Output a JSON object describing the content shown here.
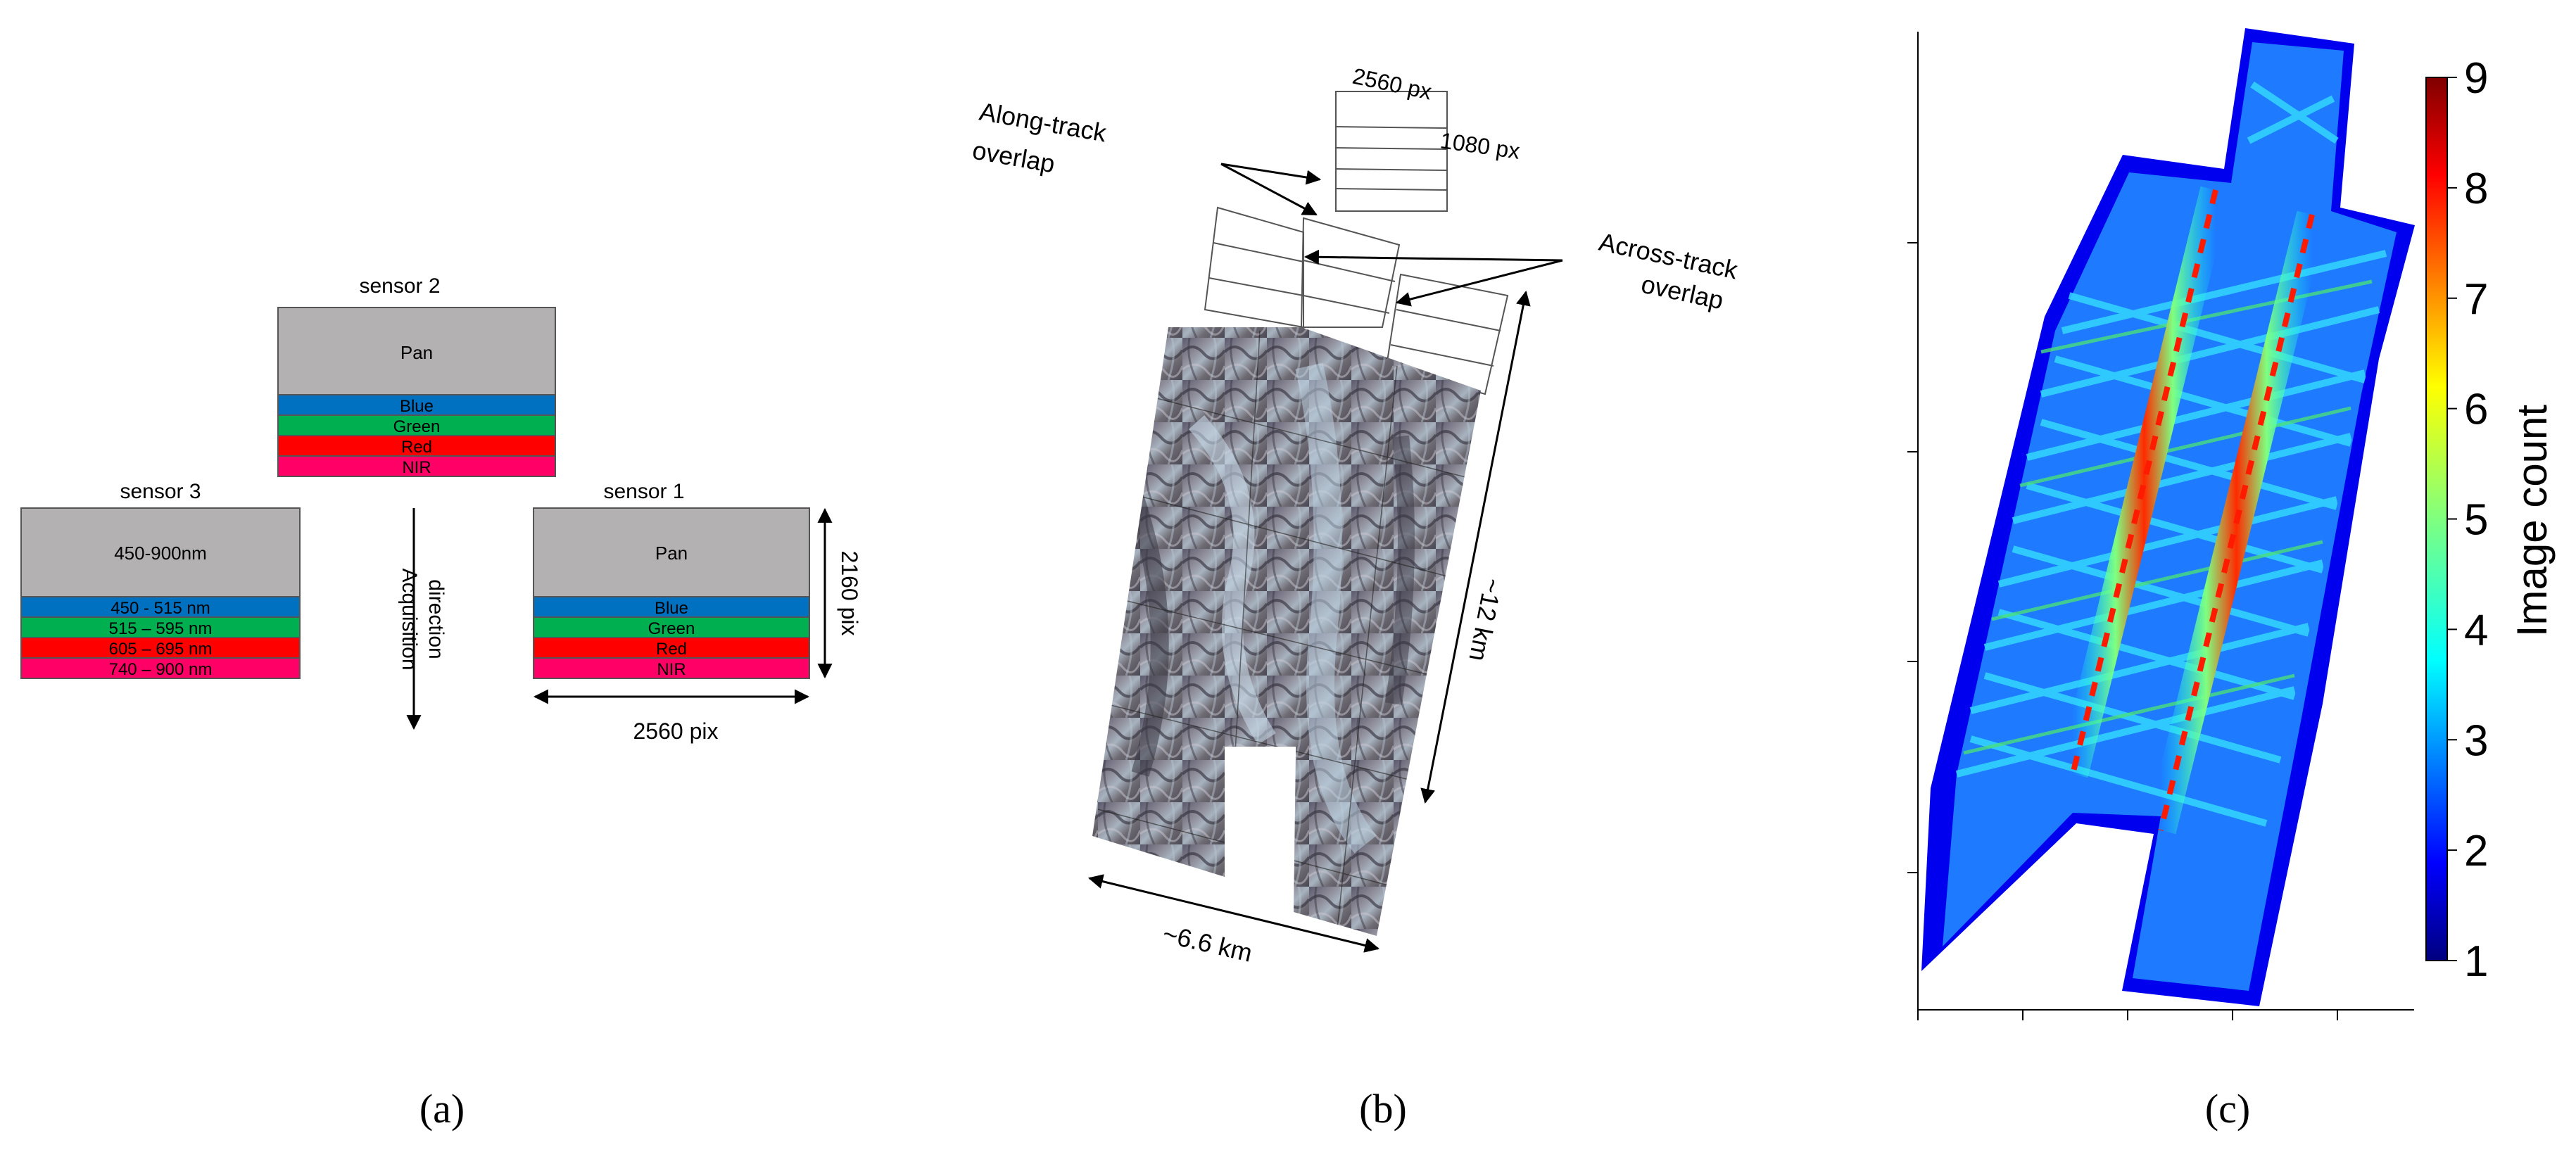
{
  "panel_a": {
    "caption": "(a)",
    "sensor2": {
      "title": "sensor 2",
      "pan": "Pan",
      "bands": [
        "Blue",
        "Green",
        "Red",
        "NIR"
      ]
    },
    "sensor3": {
      "title": "sensor 3",
      "pan": "450-900nm",
      "bands": [
        "450 - 515 nm",
        "515 – 595 nm",
        "605 – 695 nm",
        "740 – 900 nm"
      ]
    },
    "sensor1": {
      "title": "sensor 1",
      "pan": "Pan",
      "bands": [
        "Blue",
        "Green",
        "Red",
        "NIR"
      ]
    },
    "direction_line1": "Acquisition",
    "direction_line2": "direction",
    "height_label": "2160 pix",
    "width_label": "2560 pix",
    "colors": {
      "pan": "#b3b1b1",
      "blue": "#0070c0",
      "green": "#00b050",
      "red": "#ff0000",
      "nir": "#ff0066"
    }
  },
  "panel_b": {
    "caption": "(b)",
    "frame_width": "2560 px",
    "frame_height": "1080 px",
    "along_track_line1": "Along-track",
    "along_track_line2": "overlap",
    "across_track_line1": "Across-track",
    "across_track_line2": "overlap",
    "length_label": "~12 km",
    "width_label": "~6.6 km"
  },
  "panel_c": {
    "caption": "(c)",
    "colorbar_label": "Image count",
    "colorbar_ticks": [
      "1",
      "2",
      "3",
      "4",
      "5",
      "6",
      "7",
      "8",
      "9"
    ],
    "colorbar_range": [
      1,
      9
    ],
    "colormap": "jet"
  }
}
